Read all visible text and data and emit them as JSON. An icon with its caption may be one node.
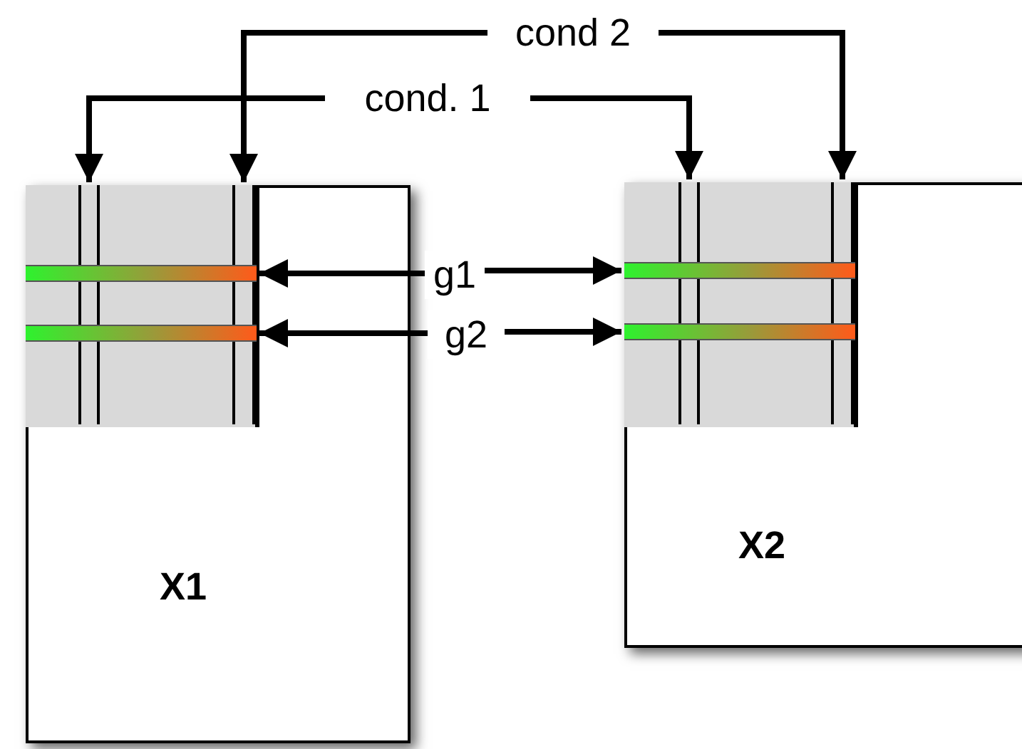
{
  "diagram": {
    "nodes": [
      {
        "text": [
          "cond 2"
        ]
      },
      {
        "text": [
          "cond. 1"
        ]
      },
      {
        "text": [
          "X1"
        ]
      },
      {
        "text": [],
        "shape": "bar",
        "in": 2
      },
      {
        "text": [],
        "shape": "bar",
        "in": 2
      },
      {
        "text": [],
        "shape": "bar",
        "in": 2
      },
      {
        "text": [],
        "shape": "bar",
        "in": 2
      },
      {
        "text": [
          "g1"
        ]
      },
      {
        "text": [
          "g2"
        ]
      },
      {
        "text": [
          "X2"
        ]
      },
      {
        "text": [],
        "shape": "bar",
        "in": 9
      },
      {
        "text": [],
        "shape": "bar",
        "in": 9
      },
      {
        "text": [],
        "shape": "bar",
        "in": 9
      },
      {
        "text": [],
        "shape": "bar",
        "in": 9
      }
    ],
    "edges": [
      {
        "from": 0,
        "to": 4,
        "arrow": "to"
      },
      {
        "from": 0,
        "to": 11,
        "arrow": "to"
      },
      {
        "from": 1,
        "to": 3,
        "arrow": "to"
      },
      {
        "from": 1,
        "to": 10,
        "arrow": "to"
      },
      {
        "from": 7,
        "to": 5,
        "arrow": "to"
      },
      {
        "from": 7,
        "to": 12,
        "arrow": "to"
      },
      {
        "from": 8,
        "to": 6,
        "arrow": "to"
      },
      {
        "from": 8,
        "to": 13,
        "arrow": "to"
      }
    ]
  }
}
